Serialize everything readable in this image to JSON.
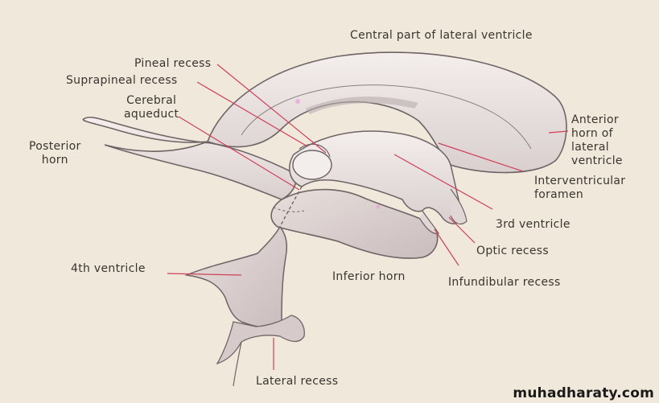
{
  "labels": {
    "central_part": "Central part of lateral ventricle",
    "pineal_recess": "Pineal recess",
    "suprapineal_recess": "Suprapineal recess",
    "cerebral_aqueduct": "Cerebral\naqueduct",
    "posterior_horn": "Posterior\nhorn",
    "anterior_horn": "Anterior\nhorn of\nlateral\nventricle",
    "interventricular_foramen": "Interventricular\nforamen",
    "third_ventricle": "3rd ventricle",
    "optic_recess": "Optic recess",
    "inferior_horn": "Inferior horn",
    "infundibular_recess": "Infundibular recess",
    "fourth_ventricle": "4th ventricle",
    "lateral_recess": "Lateral recess"
  },
  "watermark": "muhadharaty.com",
  "colors": {
    "background": "#f0e9db",
    "ventricle_fill": "#ece4e0",
    "ventricle_outline": "#6e6466",
    "leader_line": "#d0405a",
    "label_text": "#3a3430"
  }
}
